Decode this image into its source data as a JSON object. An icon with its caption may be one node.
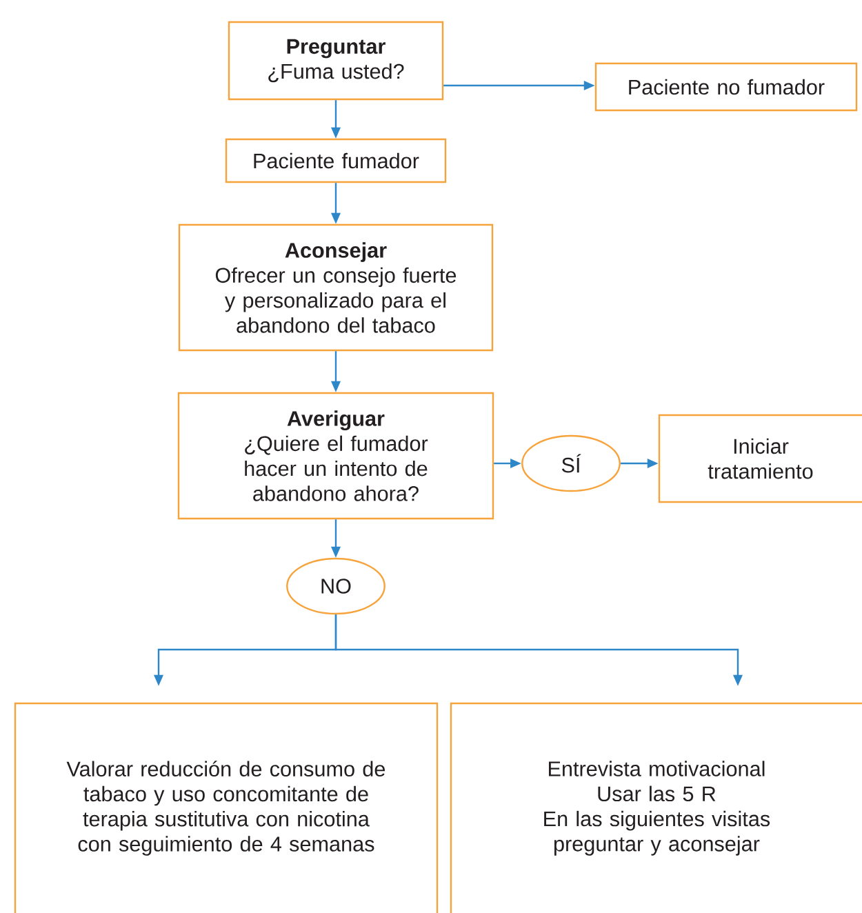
{
  "diagram": {
    "nodes": [
      {
        "text": [
          "Preguntar",
          "¿Fuma usted?"
        ]
      },
      {
        "text": [
          "Paciente no fumador"
        ]
      },
      {
        "text": [
          "Paciente fumador"
        ]
      },
      {
        "text": [
          "Aconsejar",
          "Ofrecer un consejo fuerte y personalizado para el abandono del tabaco"
        ]
      },
      {
        "text": [
          "Averiguar",
          "¿Quiere el fumador hacer un intento de abandono ahora?"
        ]
      },
      {
        "text": [
          "SÍ"
        ]
      },
      {
        "text": [
          "Iniciar tratamiento"
        ]
      },
      {
        "text": [
          "NO"
        ]
      },
      {
        "text": [
          "Valorar reducción de consumo de tabaco y uso concomitante de terapia sustitutiva con nicotina con seguimiento de 4 semanas"
        ]
      },
      {
        "text": [
          "Entrevista motivacional",
          "Usar las 5 R",
          "En las siguientes visitas preguntar y aconsejar"
        ]
      }
    ],
    "edges": [
      {
        "from": 0,
        "to": 1,
        "arrow": "to"
      },
      {
        "from": 0,
        "to": 2,
        "arrow": "to"
      },
      {
        "from": 2,
        "to": 3,
        "arrow": "to"
      },
      {
        "from": 3,
        "to": 4,
        "arrow": "to"
      },
      {
        "from": 4,
        "to": 5,
        "arrow": "to"
      },
      {
        "from": 5,
        "to": 6,
        "arrow": "to"
      },
      {
        "from": 4,
        "to": 7,
        "arrow": "to"
      },
      {
        "from": 7,
        "to": 8,
        "arrow": "to"
      },
      {
        "from": 7,
        "to": 9,
        "arrow": "to"
      }
    ]
  }
}
